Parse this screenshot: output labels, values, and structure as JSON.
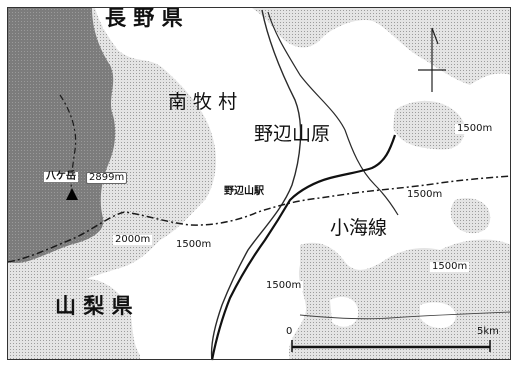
{
  "map": {
    "prefecture_north": "長 野 県",
    "prefecture_south": "山 梨 県",
    "village": "南 牧 村",
    "plateau": "野辺山原",
    "station": "野辺山駅",
    "railway_line": "小海線",
    "peak": {
      "name": "八ケ岳",
      "elevation": "2899m"
    },
    "contours": {
      "c2000": "2000m",
      "c1500a": "1500m",
      "c1500b": "1500m",
      "c1500c": "1500m",
      "c1500d": "1500m",
      "c1500e": "1500m"
    },
    "scale": {
      "start": "0",
      "end": "5km"
    },
    "colors": {
      "mountain_dark": "#8a8a8a",
      "highland_light": "#dcdcdc",
      "river": "#2a2a2a",
      "boundary": "#1a1a1a"
    }
  }
}
